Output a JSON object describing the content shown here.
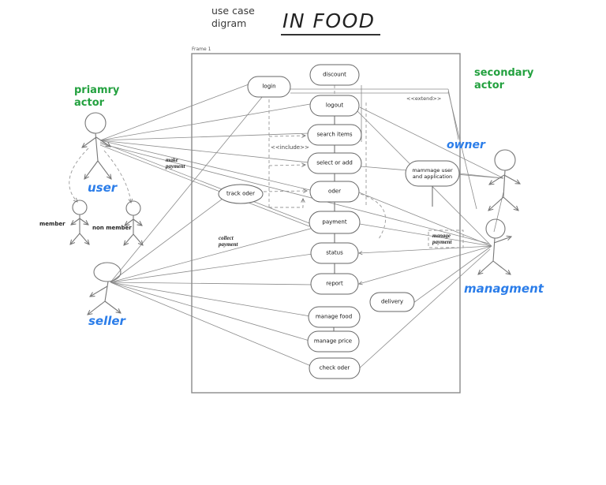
{
  "header": {
    "subtitle": "use case\ndigram",
    "title": "IN FOOD"
  },
  "frame_label": "Frame 1",
  "colors": {
    "role_green": "#23a13f",
    "name_blue": "#2b7de9",
    "line_gray": "#888888"
  },
  "actors": {
    "primary_role": "priamry\nactor",
    "secondary_role": "secondary\nactor",
    "user": "user",
    "owner": "owner",
    "seller": "seller",
    "managment": "managment",
    "member": "member",
    "non_member": "non member"
  },
  "use_cases": {
    "discount": "discount",
    "login": "login",
    "logout": "logout",
    "search_items": "search items",
    "select_or_add": "select or add",
    "track_oder": "track oder",
    "oder": "oder",
    "payment": "payment",
    "status": "status",
    "report": "report",
    "manage_food": "manage food",
    "manage_price": "manage price",
    "check_oder": "check oder",
    "delivery": "delivery",
    "mammage_user": "mammage user\nand  application"
  },
  "edge_labels": {
    "include": "<<include>>",
    "extend": "<<extend>>",
    "make_payment": "make\npayment",
    "collect_payment": "collect\npayment",
    "manage_payment": "manage\npayment"
  }
}
